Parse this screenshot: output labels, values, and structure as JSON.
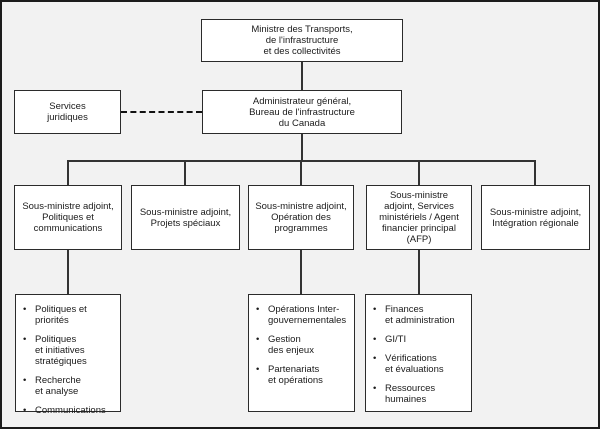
{
  "org_chart": {
    "bullet_glyph": "•",
    "colors": {
      "background": "#f2f2f2",
      "box_fill": "#ffffff",
      "box_border": "#2b2b2b",
      "connector_line": "#333333",
      "text": "#1a1a1a"
    },
    "nodes": {
      "minister": {
        "label": "Ministre des Transports,\nde l'infrastructure\net des collectivités"
      },
      "legal_services": {
        "label": "Services\njuridiques"
      },
      "deputy_head": {
        "label": "Administrateur général,\nBureau de l'infrastructure\ndu Canada"
      },
      "adm_policy_communications": {
        "label": "Sous-ministre adjoint,\nPolitiques et\ncommunications"
      },
      "adm_special_projects": {
        "label": "Sous-ministre adjoint,\nProjets spéciaux"
      },
      "adm_program_operations": {
        "label": "Sous-ministre adjoint,\nOpération des\nprogrammes"
      },
      "adm_corporate_services_cfo": {
        "label": "Sous-ministre\nadjoint, Services\nministériels / Agent\nfinancier principal\n(AFP)"
      },
      "adm_regional_integration": {
        "label": "Sous-ministre adjoint,\nIntégration régionale"
      }
    },
    "policy_units": [
      "Politiques et priorités",
      "Politiques\net initiatives\nstratégiques",
      "Recherche\net analyse",
      "Communications"
    ],
    "program_units": [
      "Opérations Inter-\ngouvernementales",
      "Gestion\ndes enjeux",
      "Partenariats\net opérations"
    ],
    "corporate_units": [
      "Finances\net administration",
      "GI/TI",
      "Vérifications\net évaluations",
      "Ressources\nhumaines"
    ]
  }
}
